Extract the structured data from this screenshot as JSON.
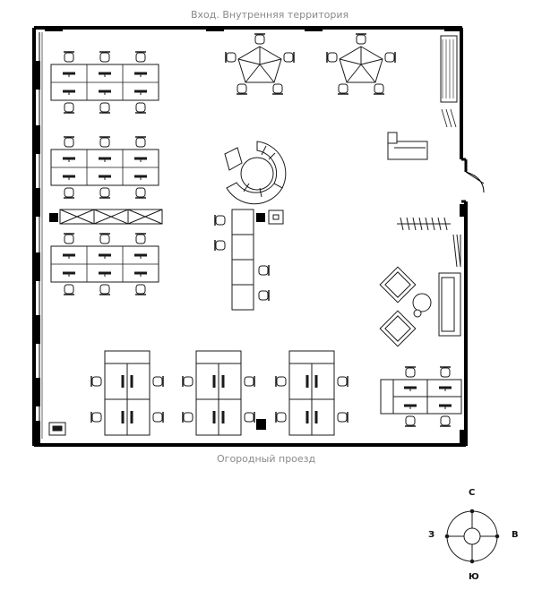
{
  "labels": {
    "top_entrance": "Вход. Внутренняя территория",
    "bottom_street": "Огородный проезд"
  },
  "compass": {
    "north": "С",
    "west": "З",
    "east": "В",
    "south": "Ю"
  },
  "colors": {
    "wall": "#000000",
    "line": "#1a1a1a",
    "label": "#8a8a8a"
  }
}
